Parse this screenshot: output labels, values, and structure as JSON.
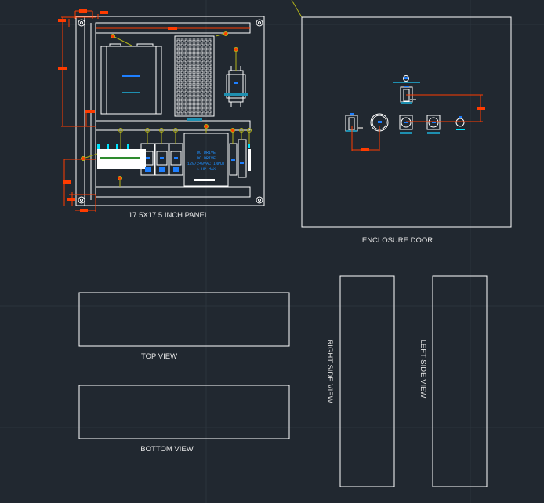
{
  "drawing": {
    "background": "#212830",
    "colors": {
      "outline": "#ffffff",
      "dimension": "#ff3c00",
      "leader": "#b3b31a",
      "tag": "#1e7fff",
      "label_text": "#e6e6e6"
    }
  },
  "panel": {
    "title": "17.5X17.5 INCH PANEL",
    "components": {
      "power_supply": "power-supply",
      "perforated_unit": "ventilation-grille",
      "small_device": "relay-module",
      "terminal_block": "terminal-strip",
      "breakers": [
        "breaker-1",
        "breaker-2",
        "breaker-3"
      ],
      "drive": {
        "lines": [
          "DC DRIVE",
          "DC DRIVE",
          "120/240VAC INPUT",
          "1 HP MAX"
        ]
      },
      "fuse_holders": [
        "fuse-holder-1",
        "fuse-holder-2"
      ]
    }
  },
  "door": {
    "title": "ENCLOSURE DOOR",
    "devices": [
      "pilot-light-top",
      "selector-switch-top",
      "selector-switch",
      "e-stop",
      "pushbutton-1",
      "pushbutton-2",
      "pilot-light"
    ]
  },
  "views": {
    "top": "TOP VIEW",
    "bottom": "BOTTOM VIEW",
    "right": "RIGHT SIDE VIEW",
    "left": "LEFT SIDE VIEW"
  }
}
